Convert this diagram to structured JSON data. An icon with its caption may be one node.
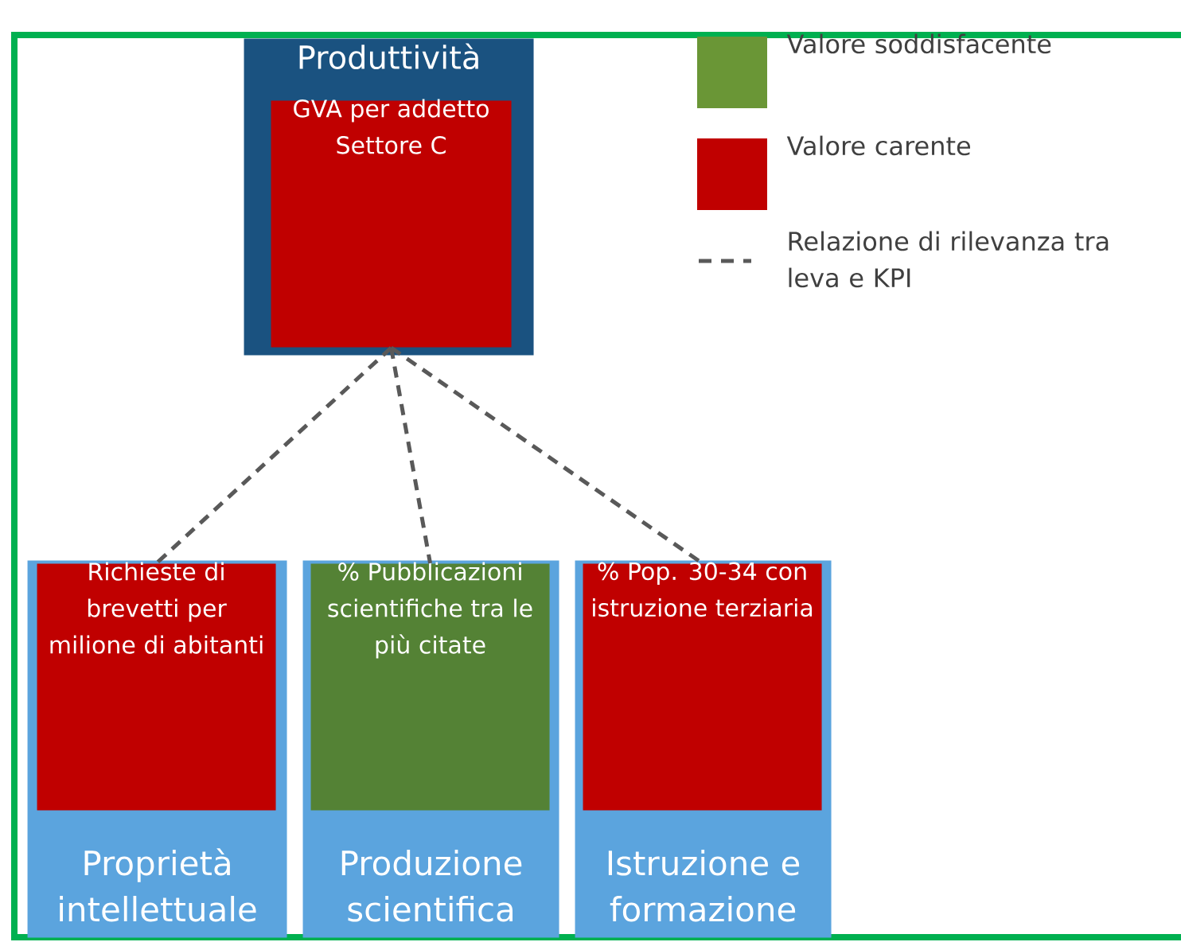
{
  "diagram": {
    "nodes": [
      {
        "text": [
          "Produttività"
        ]
      },
      {
        "text": [
          "GVA per addetto Settore C"
        ],
        "in": 0
      },
      {
        "text": [
          "Proprietà intellettuale"
        ]
      },
      {
        "text": [
          "Richieste di brevetti per milione di abitanti"
        ],
        "in": 2
      },
      {
        "text": [
          "Produzione scientifica"
        ]
      },
      {
        "text": [
          "% Pubblicazioni scientifiche tra le più citate"
        ],
        "in": 4
      },
      {
        "text": [
          "Istruzione e formazione"
        ]
      },
      {
        "text": [
          "% Pop. 30-34 con istruzione terziaria"
        ],
        "in": 6
      }
    ],
    "edges": [
      {
        "from": 1,
        "to": 3,
        "arrow": "none",
        "style": "dashed"
      },
      {
        "from": 1,
        "to": 5,
        "arrow": "none",
        "style": "dashed"
      },
      {
        "from": 1,
        "to": 7,
        "arrow": "none",
        "style": "dashed"
      }
    ],
    "legend": [
      {
        "text": "Valore soddisfacente",
        "color": "#6a9636"
      },
      {
        "text": "Valore carente",
        "color": "#c00000"
      },
      {
        "text": "Relazione di rilevanza tra leva e KPI"
      }
    ]
  }
}
